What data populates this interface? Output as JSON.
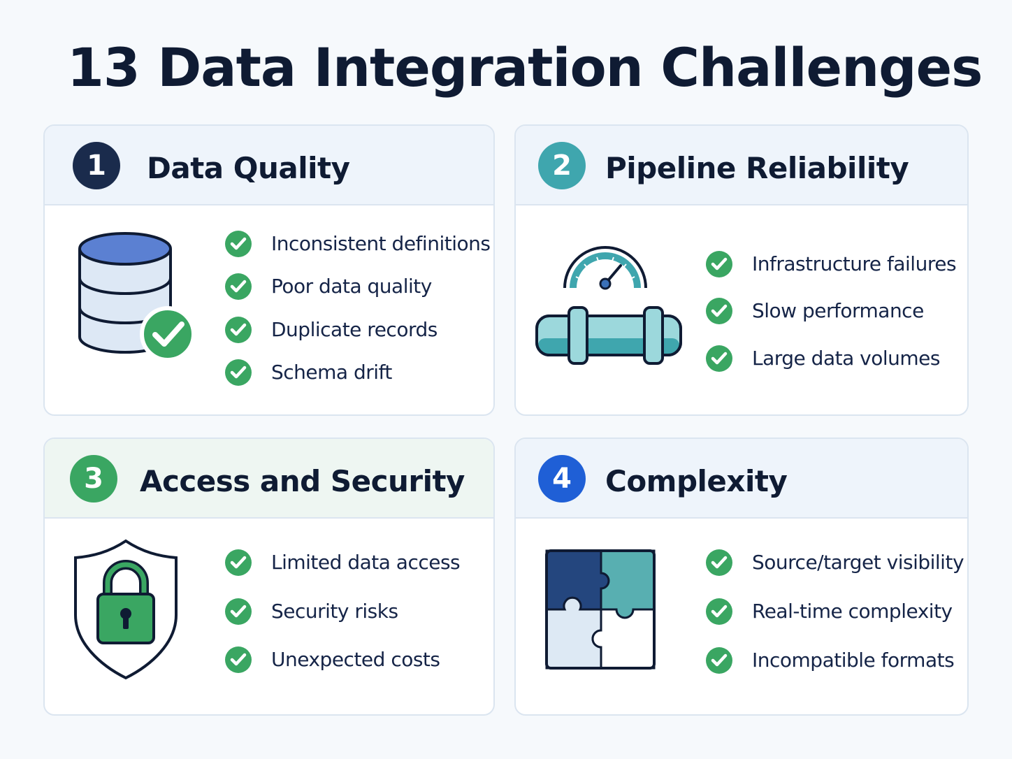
{
  "title": "13 Data Integration Challenges",
  "colors": {
    "navy": "#1a2b4c",
    "teal": "#3fa6ae",
    "green": "#3aa662",
    "blue": "#1f5fd6",
    "header_blue": "#eef4fb",
    "header_green": "#eef6f2"
  },
  "cards": [
    {
      "number": "1",
      "title": "Data Quality",
      "icon": "database-check-icon",
      "items": [
        "Inconsistent definitions",
        "Poor data quality",
        "Duplicate records",
        "Schema drift"
      ]
    },
    {
      "number": "2",
      "title": "Pipeline Reliability",
      "icon": "pipeline-gauge-icon",
      "items": [
        "Infrastructure failures",
        "Slow performance",
        "Large data volumes"
      ]
    },
    {
      "number": "3",
      "title": "Access and Security",
      "icon": "shield-lock-icon",
      "items": [
        "Limited data access",
        "Security risks",
        "Unexpected costs"
      ]
    },
    {
      "number": "4",
      "title": "Complexity",
      "icon": "puzzle-icon",
      "items": [
        "Source/target visibility",
        "Real-time complexity",
        "Incompatible formats"
      ]
    }
  ]
}
